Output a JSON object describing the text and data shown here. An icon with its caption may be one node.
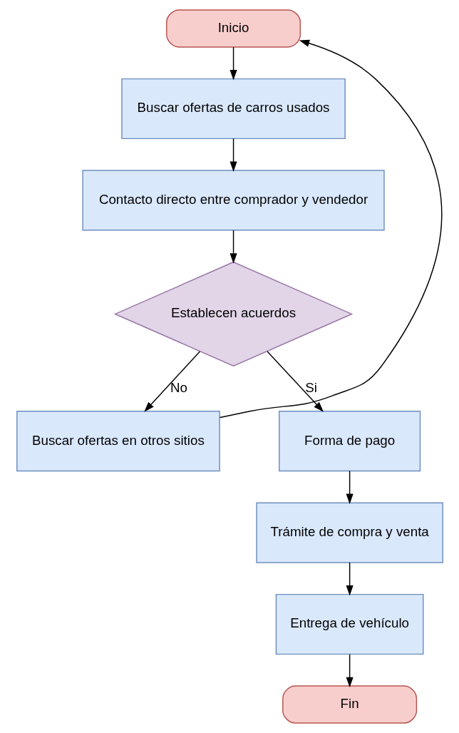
{
  "diagram": {
    "nodes": [
      {
        "text": [
          "Inicio"
        ]
      },
      {
        "text": [
          "Buscar ofertas de carros usados"
        ]
      },
      {
        "text": [
          "Contacto directo entre comprador y vendedor"
        ]
      },
      {
        "text": [
          "Establecen acuerdos"
        ]
      },
      {
        "text": [
          "Buscar ofertas en otros sitios"
        ]
      },
      {
        "text": [
          "Forma de pago"
        ]
      },
      {
        "text": [
          "Trámite de compra y venta"
        ]
      },
      {
        "text": [
          "Entrega de vehículo"
        ]
      },
      {
        "text": [
          "Fin"
        ]
      }
    ],
    "edges": [
      {
        "from": 0,
        "to": 1,
        "arrow": "to"
      },
      {
        "from": 1,
        "to": 2,
        "arrow": "to"
      },
      {
        "from": 2,
        "to": 3,
        "arrow": "to"
      },
      {
        "from": 3,
        "to": 4,
        "label": "No",
        "arrow": "to"
      },
      {
        "from": 4,
        "to": 0,
        "arrow": "to"
      },
      {
        "from": 3,
        "to": 5,
        "label": "Si",
        "arrow": "to"
      },
      {
        "from": 5,
        "to": 6,
        "arrow": "to"
      },
      {
        "from": 6,
        "to": 7,
        "arrow": "to"
      },
      {
        "from": 7,
        "to": 8,
        "arrow": "to"
      }
    ]
  }
}
